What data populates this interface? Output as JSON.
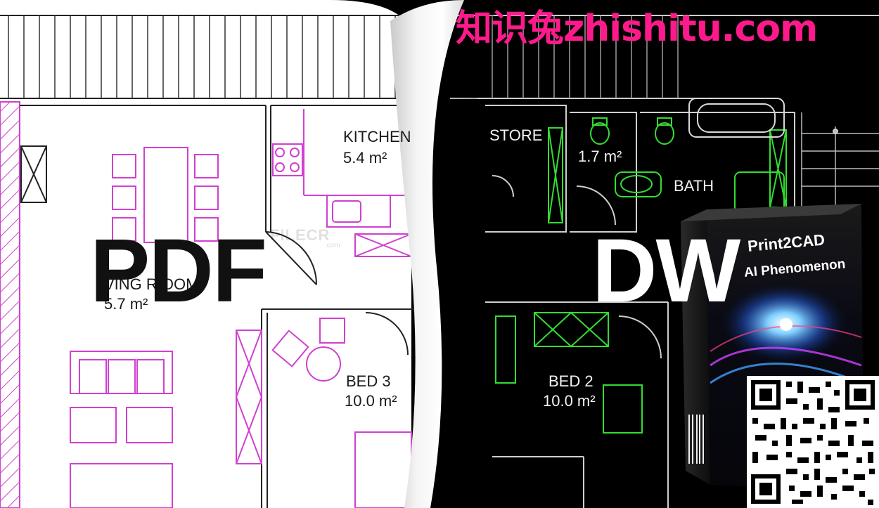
{
  "left_plan": {
    "format_word": "PDF",
    "rooms": [
      {
        "name": "KITCHEN",
        "area": "5.4 m²"
      },
      {
        "name": "LIVING ROOM",
        "name_visible": "VING R OOM",
        "area": "5.7 m²"
      },
      {
        "name": "BED 3",
        "area": "10.0 m²"
      }
    ]
  },
  "right_plan": {
    "format_word": "DW",
    "rooms": [
      {
        "name": "STORE",
        "area": ""
      },
      {
        "name": "",
        "area": "1.7 m²"
      },
      {
        "name": "BATH",
        "area": ""
      },
      {
        "name": "BED 2",
        "area": "10.0 m²"
      }
    ]
  },
  "watermark": "知识兔zhishitu.com",
  "faint_watermark": {
    "text": "FILECR",
    "sub": ".com"
  },
  "product_box": {
    "title": "Print2CAD",
    "subtitle": "AI Phenomenon"
  },
  "colors": {
    "watermark": "#ff1a8c",
    "pdf_lines": "#d040d0",
    "dwg_lines": "#33dd33",
    "page_bg": "#ffffff",
    "cad_bg": "#000000"
  }
}
